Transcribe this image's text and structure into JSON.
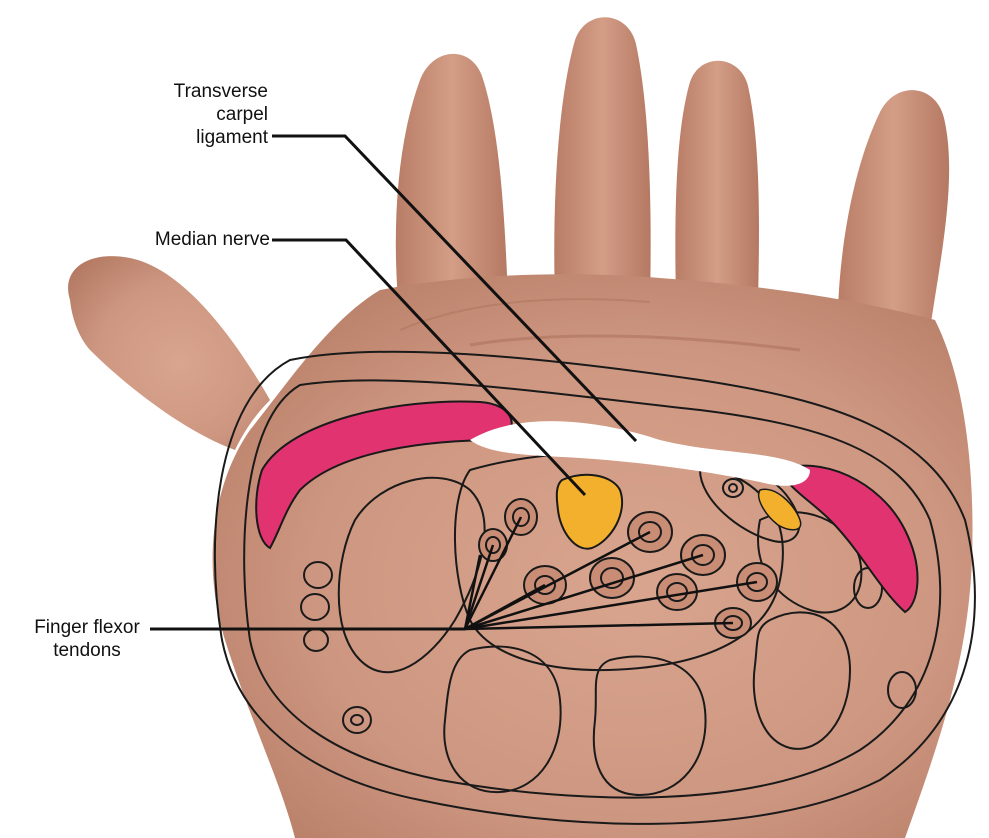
{
  "figure": {
    "labels": {
      "transverse_ligament": [
        "Transverse",
        "carpel",
        "ligament"
      ],
      "median_nerve": "Median nerve",
      "finger_flexor_tendons": [
        "Finger flexor",
        "tendons"
      ]
    },
    "colors": {
      "skin": "#d19a83",
      "skin_shadow": "#b97e68",
      "muscle": "#e0336f",
      "nerve": "#f3b02c",
      "ligament": "#ffffff",
      "outline": "#1a1a1a",
      "leader": "#111111"
    },
    "icons": {
      "hand": "hand-photo",
      "cross_section": "wrist-cross-section-sketch"
    }
  }
}
